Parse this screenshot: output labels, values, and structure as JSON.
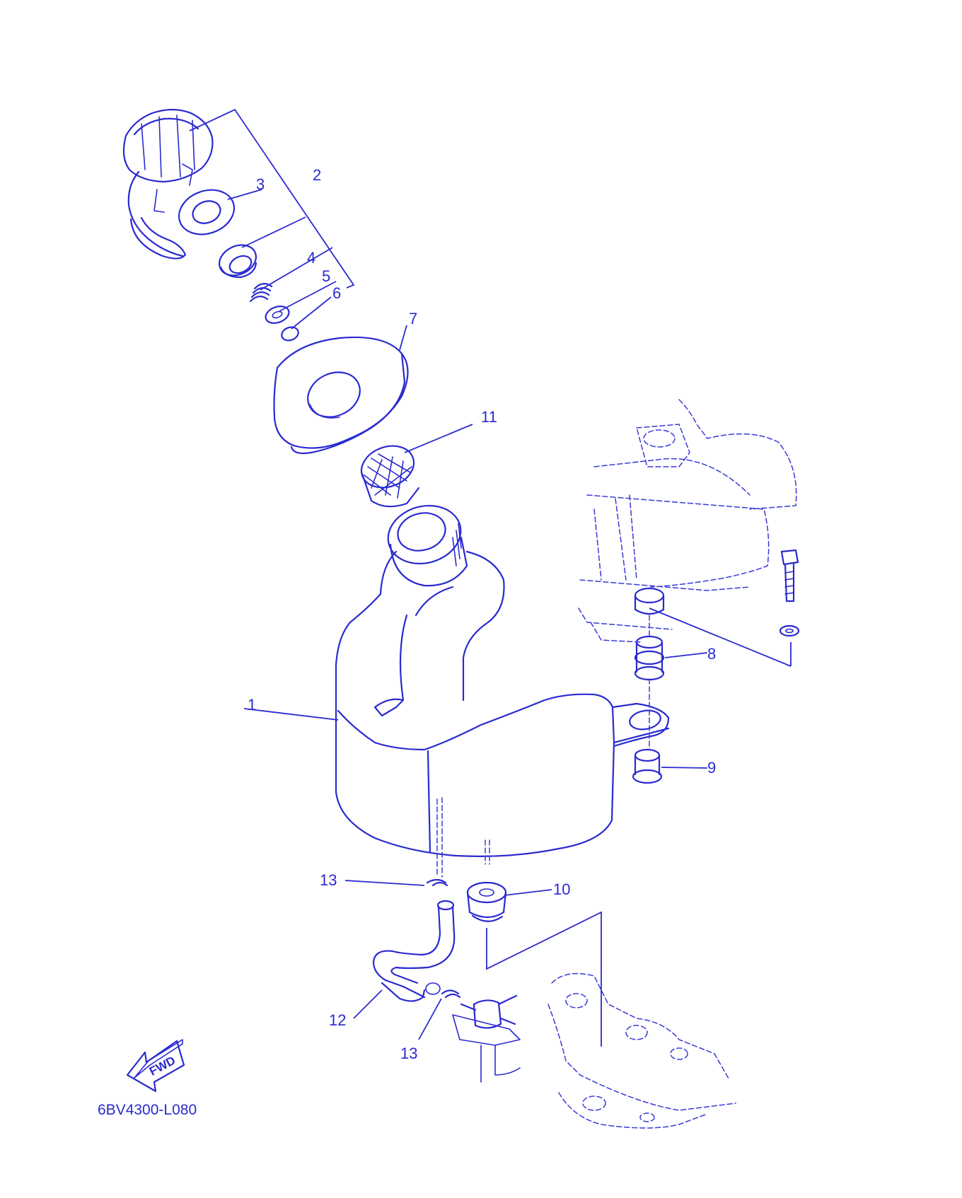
{
  "diagram": {
    "drawing_code": "6BV4300-L080",
    "fwd_label": "FWD",
    "colors": {
      "line": "#2a2ad0",
      "background": "#ffffff"
    },
    "callouts": [
      "1",
      "2",
      "3",
      "4",
      "5",
      "6",
      "7",
      "8",
      "9",
      "10",
      "11",
      "12",
      "13",
      "13"
    ]
  }
}
